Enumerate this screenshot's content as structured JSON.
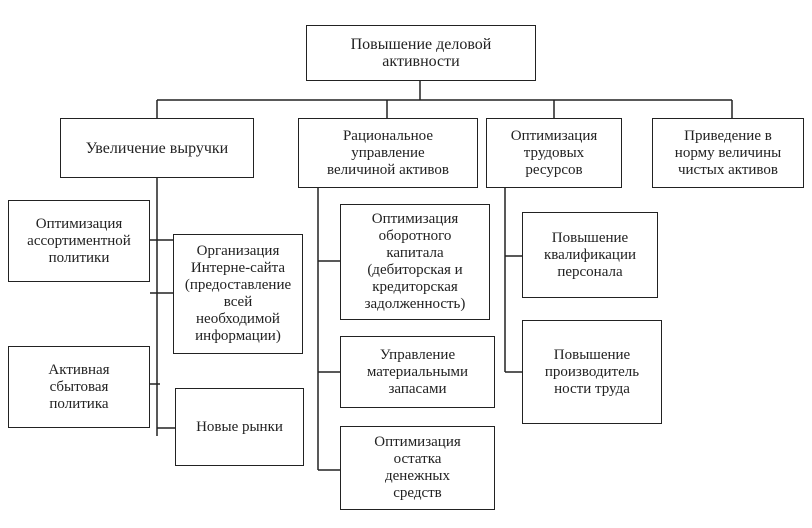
{
  "root": "Повышение деловой\nактивности",
  "branches": [
    {
      "title": "Увеличение выручки",
      "left_items": [
        "Оптимизация\nассортиментной\nполитики",
        "Активная\nсбытовая\nполитика"
      ],
      "right_items": [
        "Организация\nИнтерне-сайта\n(предоставление\nвсей\nнеобходимой\nинформации)",
        "Новые рынки"
      ]
    },
    {
      "title": "Рациональное\nуправление\nвеличиной активов",
      "items": [
        "Оптимизация\nоборотного\nкапитала\n(дебиторская и\nкредиторская\nзадолженность)",
        "Управление\nматериальными\nзапасами",
        "Оптимизация\nостатка\nденежных\nсредств"
      ]
    },
    {
      "title": "Оптимизация\nтрудовых\nресурсов",
      "items": [
        "Повышение\nквалификации\nперсонала",
        "Повышение\nпроизводитель\nности труда"
      ]
    },
    {
      "title": "Приведение в\nнорму величины\nчистых активов"
    }
  ]
}
